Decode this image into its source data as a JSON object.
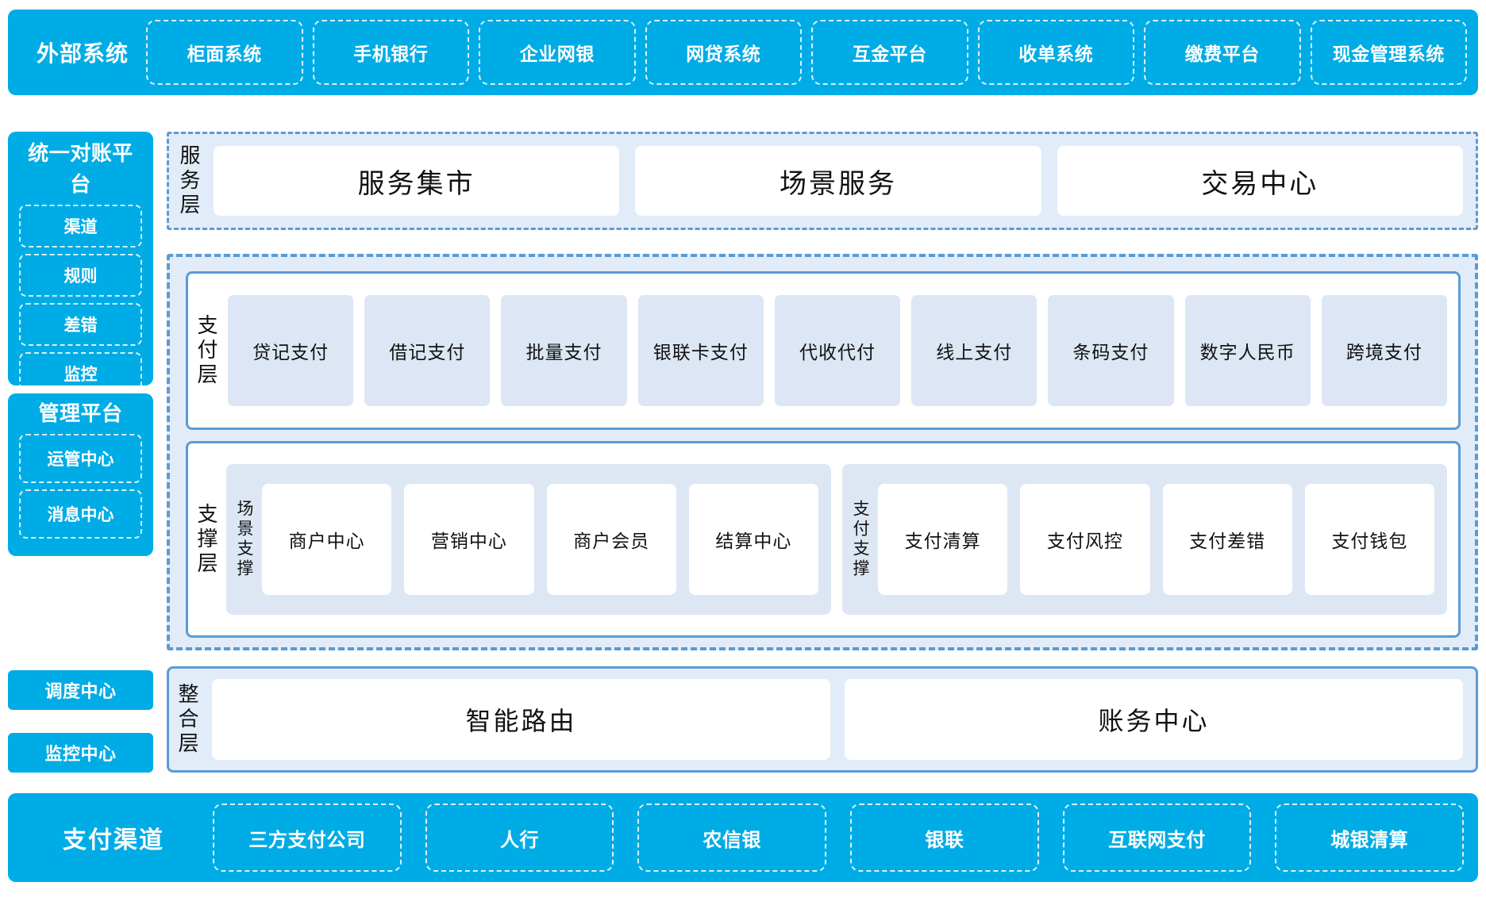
{
  "external": {
    "title": "外部系统",
    "items": [
      "柜面系统",
      "手机银行",
      "企业网银",
      "网贷系统",
      "互金平台",
      "收单系统",
      "缴费平台",
      "现金管理系统"
    ]
  },
  "sidebar": {
    "reconciliation": {
      "title": "统一对账平台",
      "items": [
        "渠道",
        "规则",
        "差错",
        "监控"
      ]
    },
    "management": {
      "title": "管理平台",
      "items": [
        "运管中心",
        "消息中心"
      ]
    },
    "standalone": [
      "调度中心",
      "监控中心"
    ]
  },
  "service_layer": {
    "label": "服务层",
    "cards": [
      "服务集市",
      "场景服务",
      "交易中心"
    ]
  },
  "payment_layer": {
    "label": "支付层",
    "cards": [
      "贷记支付",
      "借记支付",
      "批量支付",
      "银联卡支付",
      "代收代付",
      "线上支付",
      "条码支付",
      "数字人民币",
      "跨境支付"
    ]
  },
  "support_layer": {
    "label": "支撑层",
    "groups": [
      {
        "label": "场景支撑",
        "cards": [
          "商户中心",
          "营销中心",
          "商户会员",
          "结算中心"
        ]
      },
      {
        "label": "支付支撑",
        "cards": [
          "支付清算",
          "支付风控",
          "支付差错",
          "支付钱包"
        ]
      }
    ]
  },
  "integration_layer": {
    "label": "整合层",
    "cards": [
      "智能路由",
      "账务中心"
    ]
  },
  "channels": {
    "title": "支付渠道",
    "items": [
      "三方支付公司",
      "人行",
      "农信银",
      "银联",
      "互联网支付",
      "城银清算"
    ]
  },
  "colors": {
    "brand_blue": "#00ace5",
    "panel_blue": "#e2ecf8",
    "border_blue": "#5b9bd5",
    "card_blue": "#dce6f4",
    "group_blue": "#dde7f4"
  }
}
